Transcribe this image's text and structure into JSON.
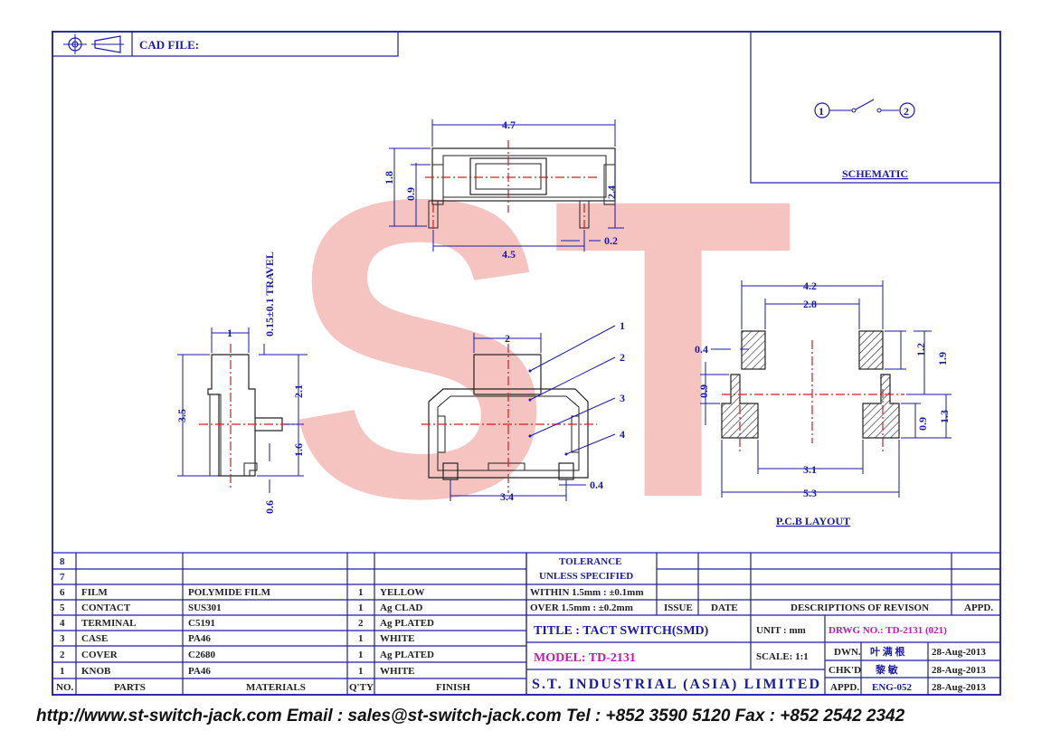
{
  "header": {
    "cad_label": "CAD FILE:"
  },
  "schematic": {
    "pin1": "1",
    "pin2": "2",
    "label": "SCHEMATIC"
  },
  "pcb": {
    "label": "P.C.B  LAYOUT"
  },
  "watermark": {
    "text": "ST"
  },
  "dimensions": {
    "top_width": "4.7",
    "top_inner": "4.5",
    "top_h18": "1.8",
    "top_h09": "0.9",
    "top_h24": "2.4",
    "top_02": "0.2",
    "side_w1": "1",
    "side_travel": "0.15±0.1 TRAVEL",
    "side_h35": "3.5",
    "side_h21": "2.1",
    "side_h16": "1.6",
    "side_06": "0.6",
    "front_w2": "2",
    "front_34": "3.4",
    "front_04": "0.4",
    "pcb_42": "4.2",
    "pcb_28": "2.8",
    "pcb_04": "0.4",
    "pcb_09a": "0.9",
    "pcb_12": "1.2",
    "pcb_19": "1.9",
    "pcb_13": "1.3",
    "pcb_09b": "0.9",
    "pcb_31": "3.1",
    "pcb_53": "5.3"
  },
  "callouts": [
    "1",
    "2",
    "3",
    "4"
  ],
  "bom": {
    "empty_rows": [
      "8",
      "7"
    ],
    "rows": [
      {
        "no": "6",
        "part": "FILM",
        "material": "POLYMIDE FILM",
        "qty": "1",
        "finish": "YELLOW"
      },
      {
        "no": "5",
        "part": "CONTACT",
        "material": "SUS301",
        "qty": "1",
        "finish": "Ag CLAD"
      },
      {
        "no": "4",
        "part": "TERMINAL",
        "material": "C5191",
        "qty": "2",
        "finish": "Ag PLATED"
      },
      {
        "no": "3",
        "part": "CASE",
        "material": "PA46",
        "qty": "1",
        "finish": "WHITE"
      },
      {
        "no": "2",
        "part": "COVER",
        "material": "C2680",
        "qty": "1",
        "finish": "Ag PLATED"
      },
      {
        "no": "1",
        "part": "KNOB",
        "material": "PA46",
        "qty": "1",
        "finish": "WHITE"
      }
    ],
    "headers": {
      "no": "NO.",
      "parts": "PARTS",
      "materials": "MATERIALS",
      "qty": "Q'TY",
      "finish": "FINISH"
    }
  },
  "tolerance": {
    "title1": "TOLERANCE",
    "title2": "UNLESS   SPECIFIED",
    "within": "WITHIN  1.5mm : ±0.1mm",
    "over": "OVER    1.5mm : ±0.2mm"
  },
  "revision": {
    "issue": "ISSUE",
    "date": "DATE",
    "desc": "DESCRIPTIONS  OF  REVISON",
    "appd": "APPD."
  },
  "title_block": {
    "title": "TITLE : TACT SWITCH(SMD)",
    "model": "MODEL: TD-2131",
    "company": "S.T.  INDUSTRIAL  (ASIA)  LIMITED",
    "unit_label": "UNIT :   mm",
    "scale_label": "SCALE:   1:1",
    "drwg_no": "DRWG NO.: TD-2131 (021)",
    "dwn_label": "DWN.",
    "dwn_name": "叶 满 根",
    "dwn_date": "28-Aug-2013",
    "chkd_label": "CHK'D",
    "chkd_name": "黎 敏",
    "chkd_date": "28-Aug-2013",
    "appd_label": "APPD.",
    "appd_name": "ENG-052",
    "appd_date": "28-Aug-2013"
  },
  "footer": {
    "text": "http://www.st-switch-jack.com  Email : sales@st-switch-jack.com  Tel : +852 3590 5120  Fax : +852 2542 2342"
  },
  "colors": {
    "line": "#1a1aa8",
    "center": "#d21e1e",
    "watermark": "#f2b4b0",
    "model": "#c01ab0"
  }
}
